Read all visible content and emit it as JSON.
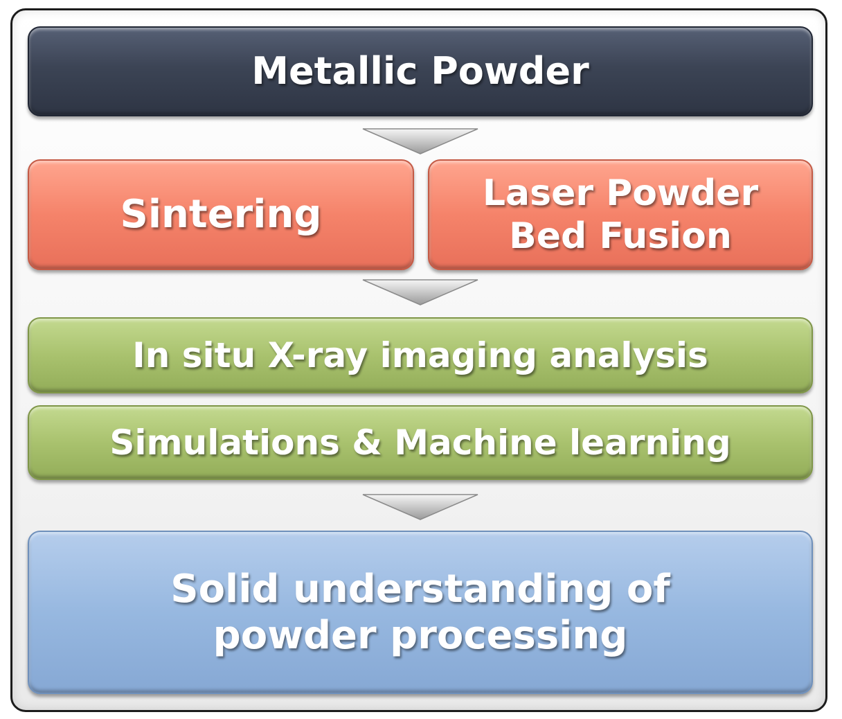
{
  "diagram": {
    "nodes": {
      "metallic_powder": {
        "lines": [
          "Metallic Powder"
        ]
      },
      "sintering": {
        "lines": [
          "Sintering"
        ]
      },
      "laser_powder_bed_fusion": {
        "lines": [
          "Laser Powder",
          "Bed Fusion"
        ]
      },
      "in_situ_xray": {
        "lines": [
          "In situ X-ray imaging analysis"
        ]
      },
      "simulations_ml": {
        "lines": [
          "Simulations & Machine learning"
        ]
      },
      "solid_understanding": {
        "lines": [
          "Solid understanding of",
          "powder processing"
        ]
      }
    },
    "colors": {
      "dark_box": "#3c4455",
      "salmon_box": "#f5836a",
      "green_box": "#a9c26e",
      "blue_box": "#97b8e0",
      "arrow": "#d9d9d9",
      "text": "#ffffff"
    }
  }
}
